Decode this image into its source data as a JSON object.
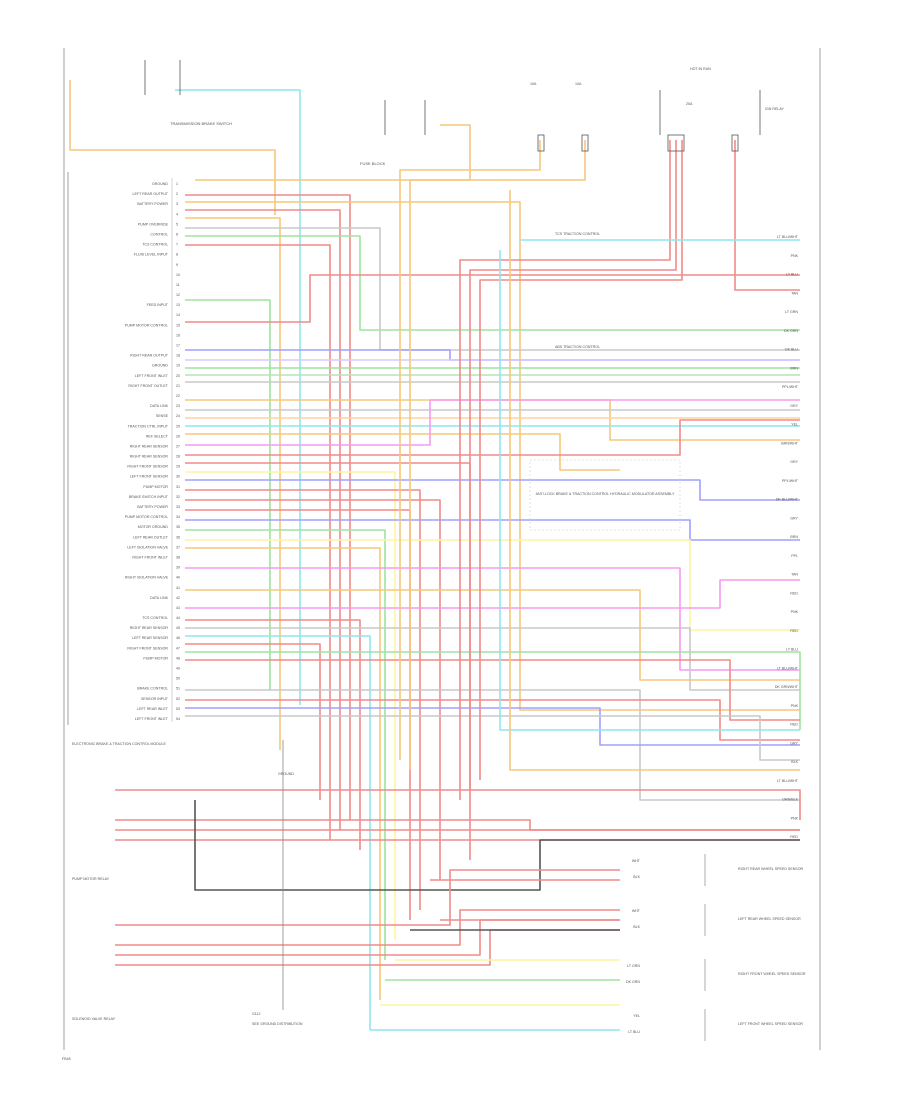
{
  "page_label": "FB45",
  "top_labels": {
    "brake_switch": "TRANSMISSION BRAKE SWITCH",
    "fuse_block": "FUSE BLOCK",
    "ignition_relay": "IGN RELAY",
    "hot_run": "HOT IN RUN",
    "fuse_a": "10A",
    "fuse_b": "10A",
    "fuse_c": "20A"
  },
  "module_pins": [
    {
      "label": "GROUND",
      "num": "1"
    },
    {
      "label": "LEFT REAR OUTPUT",
      "num": "2"
    },
    {
      "label": "BATTERY POWER",
      "num": "3"
    },
    {
      "label": "",
      "num": "4"
    },
    {
      "label": "PUMP OVERRIDE",
      "num": "5"
    },
    {
      "label": "CONTROL",
      "num": "6"
    },
    {
      "label": "TCS CONTROL",
      "num": "7"
    },
    {
      "label": "FLUID LEVEL INPUT",
      "num": "8"
    },
    {
      "label": "",
      "num": "9"
    },
    {
      "label": "",
      "num": "10"
    },
    {
      "label": "",
      "num": "11"
    },
    {
      "label": "",
      "num": "12"
    },
    {
      "label": "FEED INPUT",
      "num": "13"
    },
    {
      "label": "",
      "num": "14"
    },
    {
      "label": "PUMP MOTOR CONTROL",
      "num": "15"
    },
    {
      "label": "",
      "num": "16"
    },
    {
      "label": "",
      "num": "17"
    },
    {
      "label": "RIGHT REAR OUTPUT",
      "num": "18"
    },
    {
      "label": "GROUND",
      "num": "19"
    },
    {
      "label": "LEFT FRONT INLET",
      "num": "20"
    },
    {
      "label": "RIGHT FRONT OUTLET",
      "num": "21"
    },
    {
      "label": "",
      "num": "22"
    },
    {
      "label": "DATA LINK",
      "num": "23"
    },
    {
      "label": "SENSE",
      "num": "24"
    },
    {
      "label": "TRACTION CTRL INPUT",
      "num": "25"
    },
    {
      "label": "REF SELECT",
      "num": "26"
    },
    {
      "label": "RIGHT REAR SENSOR",
      "num": "27"
    },
    {
      "label": "RIGHT REAR SENSOR",
      "num": "28"
    },
    {
      "label": "RIGHT FRONT SENSOR",
      "num": "29"
    },
    {
      "label": "LEFT FRONT SENSOR",
      "num": "30"
    },
    {
      "label": "PUMP MOTOR",
      "num": "31"
    },
    {
      "label": "BRAKE SWITCH INPUT",
      "num": "32"
    },
    {
      "label": "BATTERY POWER",
      "num": "33"
    },
    {
      "label": "PUMP MOTOR CONTROL",
      "num": "34"
    },
    {
      "label": "MOTOR GROUND",
      "num": "35"
    },
    {
      "label": "LEFT REAR OUTLET",
      "num": "36"
    },
    {
      "label": "LEFT ISOLATION VALVE",
      "num": "37"
    },
    {
      "label": "RIGHT FRONT INLET",
      "num": "38"
    },
    {
      "label": "",
      "num": "39"
    },
    {
      "label": "RIGHT ISOLATION VALVE",
      "num": "40"
    },
    {
      "label": "",
      "num": "41"
    },
    {
      "label": "DATA LINK",
      "num": "42"
    },
    {
      "label": "",
      "num": "43"
    },
    {
      "label": "TCS CONTROL",
      "num": "44"
    },
    {
      "label": "RIGHT REAR SENSOR",
      "num": "45"
    },
    {
      "label": "LEFT REAR SENSOR",
      "num": "46"
    },
    {
      "label": "RIGHT FRONT SENSOR",
      "num": "47"
    },
    {
      "label": "PUMP MOTOR",
      "num": "48"
    },
    {
      "label": "",
      "num": "49"
    },
    {
      "label": "",
      "num": "50"
    },
    {
      "label": "BRAKE CONTROL",
      "num": "51"
    },
    {
      "label": "SENSOR INPUT",
      "num": "52"
    },
    {
      "label": "LEFT REAR INLET",
      "num": "53"
    },
    {
      "label": "LEFT FRONT INLET",
      "num": "54"
    }
  ],
  "ebcm_title": "ELECTRONIC BRAKE & TRACTION CONTROL MODULE",
  "relay_block_1": "PUMP MOTOR RELAY",
  "relay_block_2": "SOLENOID VALVE RELAY",
  "splice_label": "GROUND",
  "center_module": "ANTI-LOCK BRAKE & TRACTION CONTROL HYDRAULIC MODULATOR ASSEMBLY",
  "tcs_label_top": "TCS TRACTION CONTROL",
  "tcs_label_mid": "ABS TRACTION CONTROL",
  "right_wire_labels": [
    "LT BLU/WHT",
    "PNK",
    "LT BLU",
    "TAN",
    "LT GRN",
    "DK GRN",
    "DK BLU",
    "BRN",
    "PPL/WHT",
    "GRY",
    "YEL",
    "BRN/WHT",
    "GRY",
    "PPL/WHT",
    "DK BLU/WHT",
    "GRY",
    "BRN",
    "PPL",
    "TAN",
    "RED",
    "PNK",
    "RED",
    "LT BLU",
    "LT BLU/WHT",
    "DK GRN/WHT",
    "PNK",
    "RED",
    "GRY",
    "BLK",
    "LT BLU/WHT",
    "ORN/BLK",
    "PNK",
    "RED"
  ],
  "sensors": [
    {
      "name": "RIGHT REAR WHEEL SPEED SENSOR",
      "a": "WHT",
      "b": "BLK"
    },
    {
      "name": "LEFT REAR WHEEL SPEED SENSOR",
      "a": "WHT",
      "b": "BLK"
    },
    {
      "name": "RIGHT FRONT WHEEL SPEED SENSOR",
      "a": "LT GRN",
      "b": "DK GRN"
    },
    {
      "name": "LEFT FRONT WHEEL SPEED SENSOR",
      "a": "YEL",
      "b": "LT BLU"
    }
  ],
  "ground_bottom": "G112",
  "bottom_left_note": "SEE GROUND DISTRIBUTION"
}
